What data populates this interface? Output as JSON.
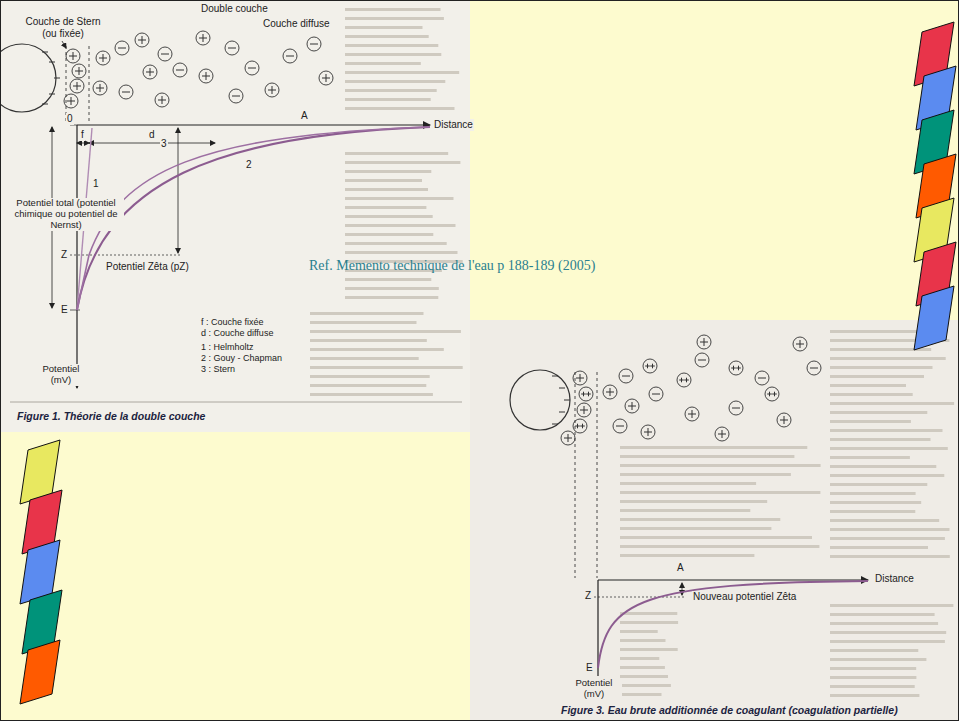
{
  "diagram": {
    "labels": [
      "Double couche",
      "Couche de Stern (ou fixée)",
      "Couche diffuse",
      "0",
      "f",
      "d",
      "Distance",
      "1",
      "3",
      "A",
      "2",
      "Potentiel total (potentiel chimique ou potentiel de Nernst)",
      "Z",
      "Potentiel Zêta (pZ)",
      "E",
      "f : Couche fixée",
      "d : Couche diffuse",
      "1 : Helmholtz",
      "2 : Gouy - Chapman",
      "3 : Stern",
      "Potentiel (mV)",
      "Figure 1. Théorie de la double couche",
      "Ref. Memento technique de l'eau p 188-189 (2005)",
      "A",
      "Distance",
      "Z",
      "Nouveau potentiel Zêta",
      "E",
      "Potentiel (mV)",
      "Figure 3. Eau brute additionnée de coagulant (coagulation partielle)"
    ]
  }
}
